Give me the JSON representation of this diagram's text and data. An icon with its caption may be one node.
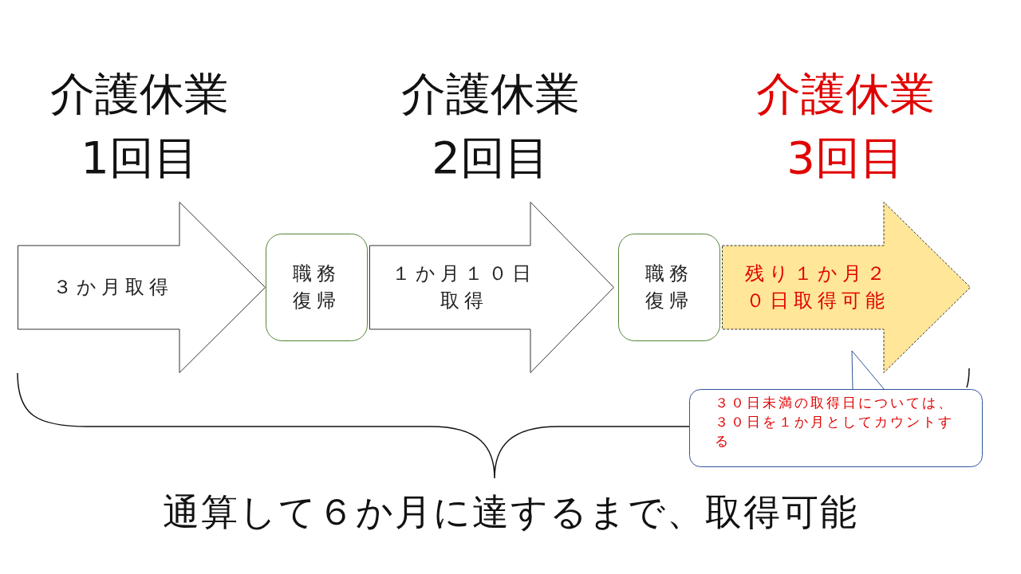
{
  "diagram": {
    "nodes": [
      {
        "text": [
          "３か月取得"
        ],
        "beside": [
          "介護休業1回目"
        ]
      },
      {
        "text": [
          "職務復帰"
        ]
      },
      {
        "text": [
          "１か月１０日取得"
        ],
        "beside": [
          "介護休業2回目"
        ]
      },
      {
        "text": [
          "職務復帰"
        ]
      },
      {
        "text": [
          "残り１か月２０日取得可能"
        ],
        "beside": [
          "介護休業3回目"
        ]
      },
      {
        "text": [
          "３０日未満の取得日については、３０日を１か月としてカウントする"
        ]
      }
    ],
    "edges": [
      {
        "from": 5,
        "to": 4,
        "arrow": "to"
      }
    ],
    "labels": [
      "通算して６か月に達するまで、取得可能"
    ]
  }
}
